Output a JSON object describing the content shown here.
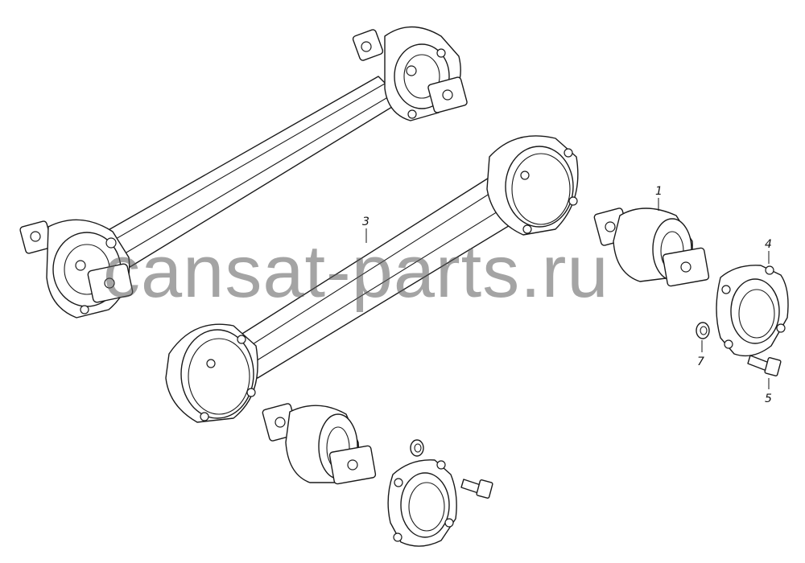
{
  "parts": [
    {
      "id": "1",
      "name": "rubber-metal-bushing"
    },
    {
      "id": "3",
      "name": "reaction-rod"
    },
    {
      "id": "4",
      "name": "flange-cover"
    },
    {
      "id": "5",
      "name": "bolt"
    },
    {
      "id": "7",
      "name": "washer"
    }
  ],
  "labels": {
    "part_1": "1",
    "part_3": "3",
    "part_4": "4",
    "part_5": "5",
    "part_7": "7"
  },
  "watermark": "cansat-parts.ru",
  "colors": {
    "line": "#1a1a1a",
    "background": "#ffffff",
    "watermark": "#5a5a5a"
  }
}
